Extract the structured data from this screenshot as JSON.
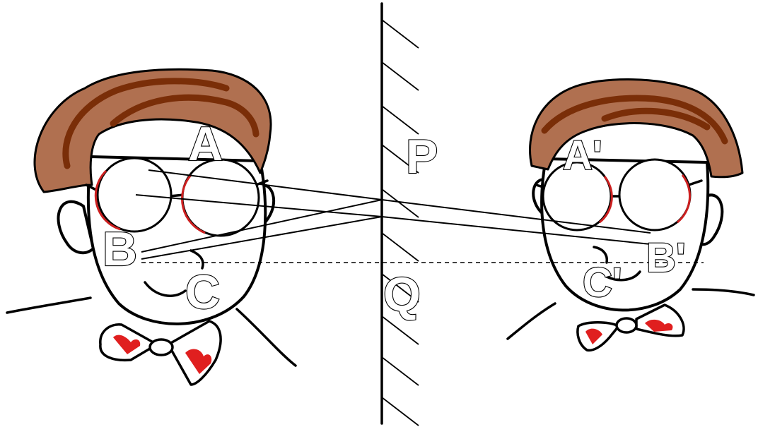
{
  "labels": {
    "A": "A",
    "B": "B",
    "C": "C",
    "P": "P",
    "Q": "Q",
    "A_prime": "A'",
    "B_prime": "B'",
    "C_prime": "C'"
  },
  "colors": {
    "hair": "#b07050",
    "hair_streak": "#7a2e08",
    "lens_rim": "#cc1f1f",
    "bow_tie_pattern": "#e01f1f",
    "ink": "#000000",
    "background": "#ffffff"
  }
}
